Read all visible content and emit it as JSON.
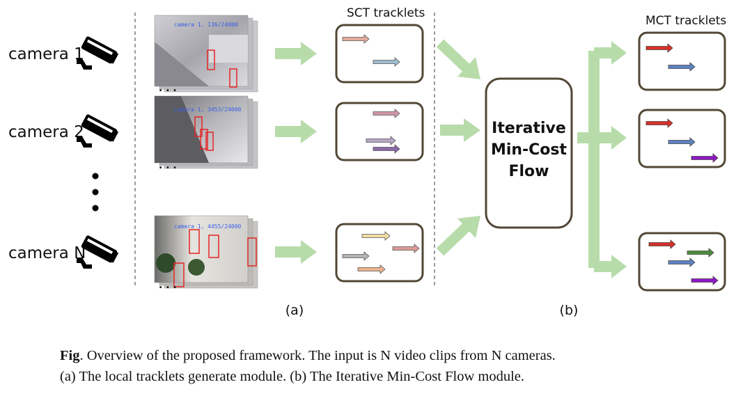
{
  "cameras": [
    {
      "label": "camera 1",
      "frame_text": "camera 1, 136/24000"
    },
    {
      "label": "camera 2",
      "frame_text": "camera 1, 3453/24000"
    },
    {
      "label": "camera N",
      "frame_text": "camera 1, 4455/24000"
    }
  ],
  "sct_title": "SCT tracklets",
  "mct_title": "MCT tracklets",
  "flow_box": {
    "line1": "Iterative",
    "line2": "Min-Cost",
    "line3": "Flow"
  },
  "label_a": "(a)",
  "label_b": "(b)",
  "caption": {
    "fig_label": "Fig",
    "line1_rest": ". Overview of the proposed framework. The input is N video clips from N cameras.",
    "line2": "(a) The local tracklets generate module. (b) The Iterative Min-Cost Flow module."
  },
  "colors": {
    "flow_arrow": "#b7dcaa",
    "box_border": "#524736",
    "dashed_divider": "#666666",
    "bbox": "#e52424"
  }
}
